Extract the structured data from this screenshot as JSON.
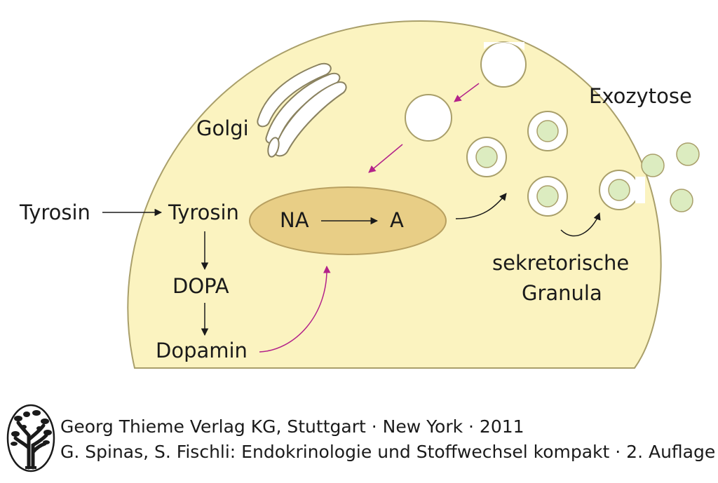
{
  "labels": {
    "golgi": "Golgi",
    "exocytosis": "Exozytose",
    "tyrosin_outside": "Tyrosin",
    "tyrosin_inside": "Tyrosin",
    "dopa": "DOPA",
    "dopamin": "Dopamin",
    "na": "NA",
    "a": "A",
    "granula_line1": "sekretorische",
    "granula_line2": "Granula"
  },
  "credits": {
    "line1": "Georg Thieme Verlag KG, Stuttgart · New York · 2011",
    "line2": "G. Spinas, S. Fischli: Endokrinologie und Stoffwechsel kompakt · 2. Auflage"
  },
  "logo": {
    "icon": "tree-icon"
  },
  "colors": {
    "cell_fill": "#fbf3c0",
    "cell_stroke": "#a99f6a",
    "ellipse_fill": "#e8ce86",
    "vesicle_core": "#dcecc0",
    "arrow_magenta": "#b3228a",
    "text": "#1a1a1a"
  }
}
